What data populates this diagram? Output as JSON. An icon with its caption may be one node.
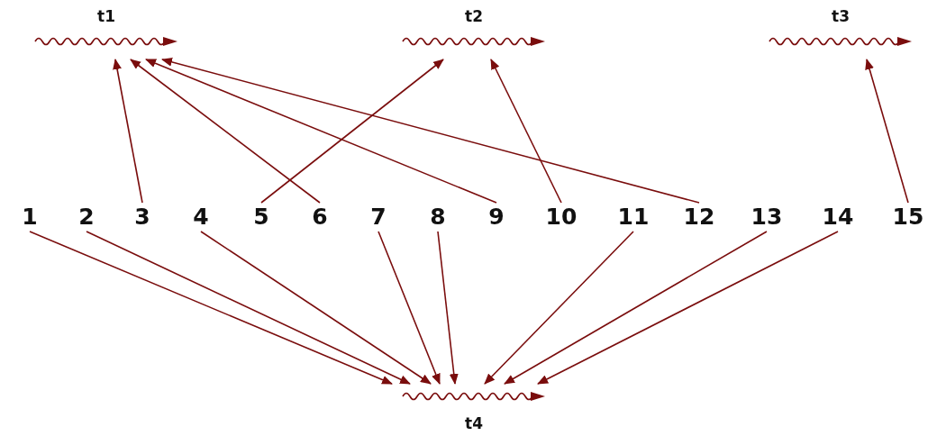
{
  "diagram": {
    "nodes": [
      {
        "text": [
          "t1"
        ]
      },
      {
        "text": [
          "t2"
        ]
      },
      {
        "text": [
          "t3"
        ]
      },
      {
        "text": [
          "1"
        ]
      },
      {
        "text": [
          "2"
        ]
      },
      {
        "text": [
          "3"
        ]
      },
      {
        "text": [
          "4"
        ]
      },
      {
        "text": [
          "5"
        ]
      },
      {
        "text": [
          "6"
        ]
      },
      {
        "text": [
          "7"
        ]
      },
      {
        "text": [
          "8"
        ]
      },
      {
        "text": [
          "9"
        ]
      },
      {
        "text": [
          "10"
        ]
      },
      {
        "text": [
          "11"
        ]
      },
      {
        "text": [
          "12"
        ]
      },
      {
        "text": [
          "13"
        ]
      },
      {
        "text": [
          "14"
        ]
      },
      {
        "text": [
          "15"
        ]
      },
      {
        "text": [
          "t4"
        ]
      }
    ],
    "edges": [
      {
        "from": 5,
        "to": 0,
        "arrow": "to"
      },
      {
        "from": 8,
        "to": 0,
        "arrow": "to"
      },
      {
        "from": 11,
        "to": 0,
        "arrow": "to"
      },
      {
        "from": 14,
        "to": 0,
        "arrow": "to"
      },
      {
        "from": 7,
        "to": 1,
        "arrow": "to"
      },
      {
        "from": 12,
        "to": 1,
        "arrow": "to"
      },
      {
        "from": 17,
        "to": 2,
        "arrow": "to"
      },
      {
        "from": 3,
        "to": 18,
        "arrow": "to"
      },
      {
        "from": 4,
        "to": 18,
        "arrow": "to"
      },
      {
        "from": 6,
        "to": 18,
        "arrow": "to"
      },
      {
        "from": 9,
        "to": 18,
        "arrow": "to"
      },
      {
        "from": 10,
        "to": 18,
        "arrow": "to"
      },
      {
        "from": 13,
        "to": 18,
        "arrow": "to"
      },
      {
        "from": 15,
        "to": 18,
        "arrow": "to"
      },
      {
        "from": 16,
        "to": 18,
        "arrow": "to"
      }
    ]
  }
}
